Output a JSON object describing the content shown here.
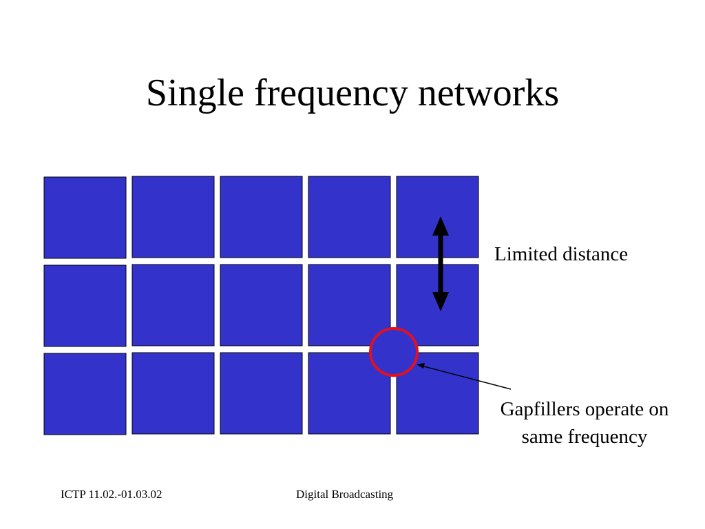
{
  "slide": {
    "title": "Single frequency networks"
  },
  "diagram": {
    "cell_color": "#3333cc",
    "cell_border_color": "#000000",
    "gap_circle_color": "#e01020",
    "arrow_color": "#000000",
    "limited_distance_label": "Limited distance",
    "gapfillers_label_line1": "Gapfillers operate on",
    "gapfillers_label_line2": "same frequency"
  },
  "footer": {
    "left": "ICTP 11.02.-01.03.02",
    "center": "Digital Broadcasting"
  }
}
